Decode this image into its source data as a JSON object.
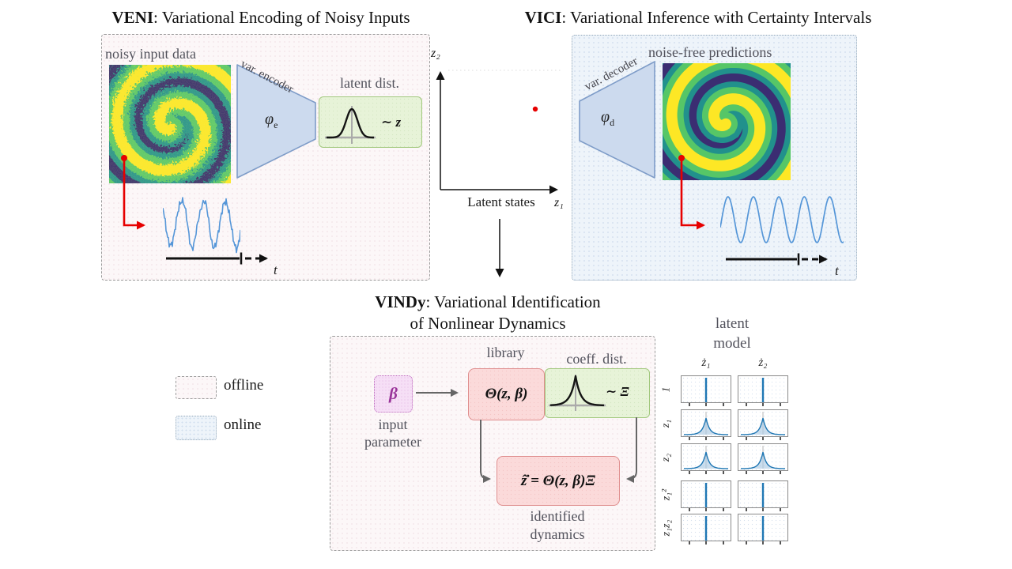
{
  "veni": {
    "title_strong": "VENI",
    "title_rest": ": Variational Encoding of Noisy Inputs",
    "input_label": "noisy input data",
    "encoder_label": "var. encoder",
    "encoder_symbol": "φ",
    "encoder_sub": "e",
    "latent_dist_label": "latent dist.",
    "latent_sample": "∼ z",
    "time_label": "t"
  },
  "vici": {
    "title_strong": "VICI",
    "title_rest": ": Variational Inference with Certainty Intervals",
    "decoder_label": "var. decoder",
    "decoder_symbol": "φ",
    "decoder_sub": "d",
    "output_label": "noise-free predictions",
    "time_label": "t"
  },
  "latent_states": {
    "label": "Latent states",
    "x_label": "z₁",
    "y_label": "z₂"
  },
  "vindy": {
    "title_strong": "VINDy",
    "title_rest": ": Variational Identification",
    "title_line2": "of Nonlinear Dynamics",
    "beta": "β",
    "input_label_1": "input",
    "input_label_2": "parameter",
    "library_label": "library",
    "library_expr": "Θ(z, β)",
    "coeff_label": "coeff. dist.",
    "coeff_sample": "∼ Ξ",
    "dynamics_expr": "ẑ̇ = Θ(z, β)Ξ",
    "identified_label_1": "identified",
    "identified_label_2": "dynamics"
  },
  "legend": {
    "offline": "offline",
    "online": "online"
  },
  "latent_model": {
    "title_1": "latent",
    "title_2": "model",
    "col_headers": [
      "ż₁",
      "ż₂"
    ],
    "rows": [
      {
        "label": "1",
        "cells": [
          "spike",
          "spike"
        ]
      },
      {
        "label": "z₁",
        "cells": [
          "laplace",
          "laplace"
        ]
      },
      {
        "label": "z₂",
        "cells": [
          "laplace",
          "laplace"
        ]
      },
      {
        "label": "z₁²",
        "cells": [
          "spike",
          "spike"
        ]
      },
      {
        "label": "z₁z₂",
        "cells": [
          "spike",
          "spike"
        ]
      }
    ]
  },
  "colors": {
    "red": "#e60000",
    "wave_blue": "#5596d8",
    "plot_blue": "#1f77b4",
    "plot_blue_fill": "#aecbe3",
    "trapezoid_fill": "#ccdaee",
    "trapezoid_border": "#7e9cc8",
    "green_fill": "#e7f3d8",
    "green_border": "#a2c87e",
    "pink_fill": "#fbdada",
    "pink_border": "#df8e8e",
    "purple_fill": "#f6dff6",
    "purple_border": "#bb66bb",
    "beta_color": "#993399",
    "offline_fill": "#fcf7f8",
    "online_fill": "#eef4fa",
    "gray_arrow": "#666666",
    "spiral_bg": "#3a2a6e",
    "spiral_teal": "#21918c",
    "spiral_green": "#56c667",
    "spiral_yellow": "#fde725"
  }
}
